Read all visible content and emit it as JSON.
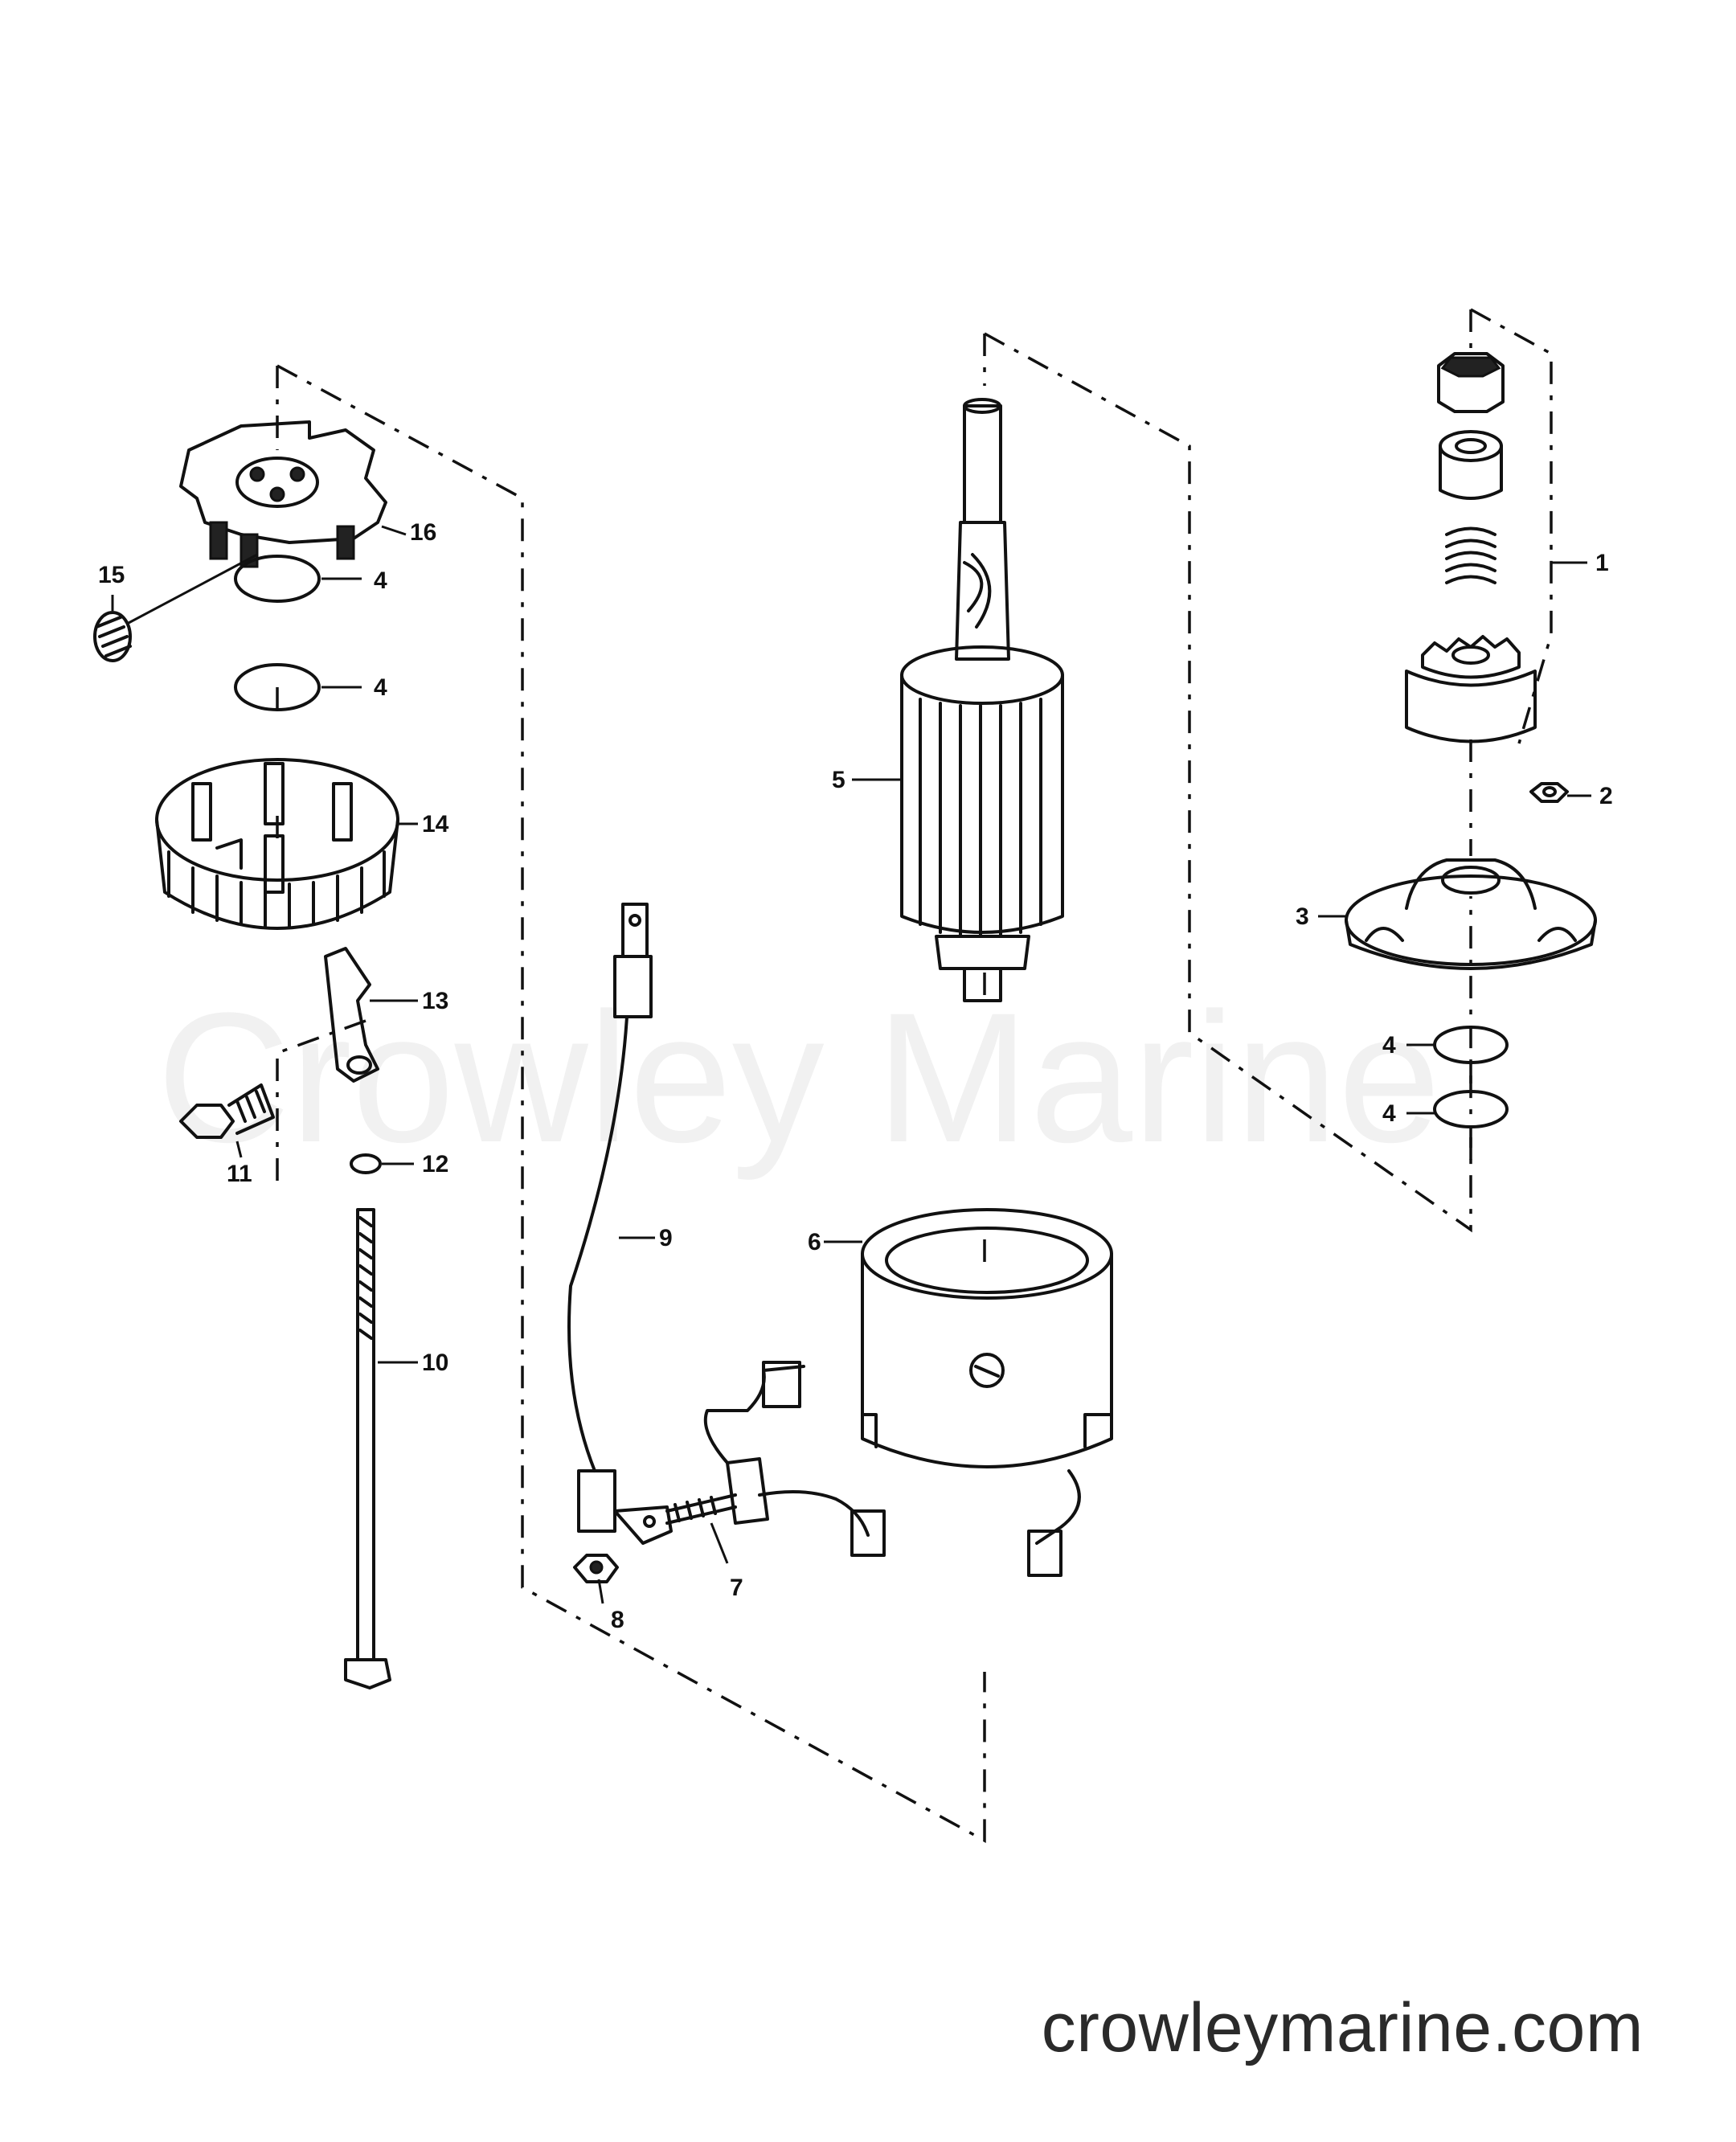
{
  "watermark": "Crowley Marine",
  "website": "crowleymarine.com",
  "callouts": [
    "1",
    "2",
    "3",
    "4",
    "4",
    "4",
    "4",
    "5",
    "6",
    "7",
    "8",
    "9",
    "10",
    "11",
    "12",
    "13",
    "14",
    "15",
    "16"
  ],
  "colors": {
    "ink": "#111111",
    "watermark": "#f1f1f1",
    "background": "#ffffff"
  }
}
